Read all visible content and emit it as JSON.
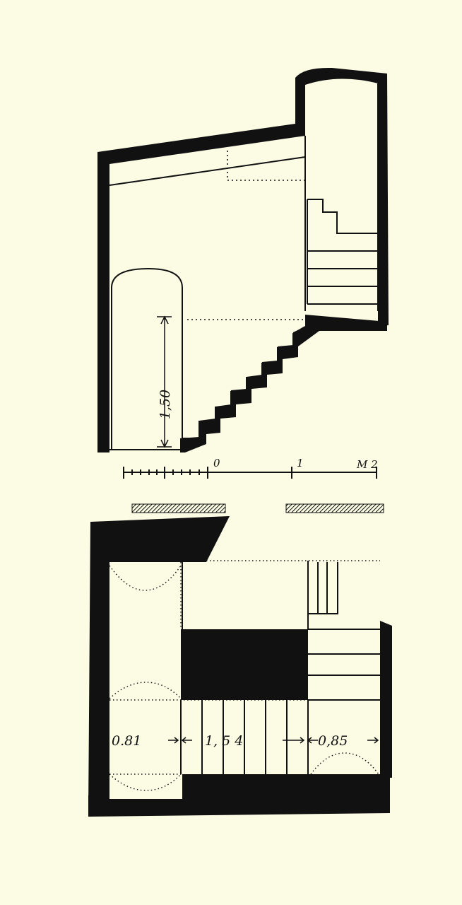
{
  "section": {
    "height_dimension": "1,50"
  },
  "scale": {
    "tick_0": "0",
    "tick_1": "1",
    "unit_and_2": "M 2"
  },
  "plan": {
    "dim_left": "0.81",
    "dim_middle": "1, 5 4",
    "dim_right": "0,85"
  }
}
